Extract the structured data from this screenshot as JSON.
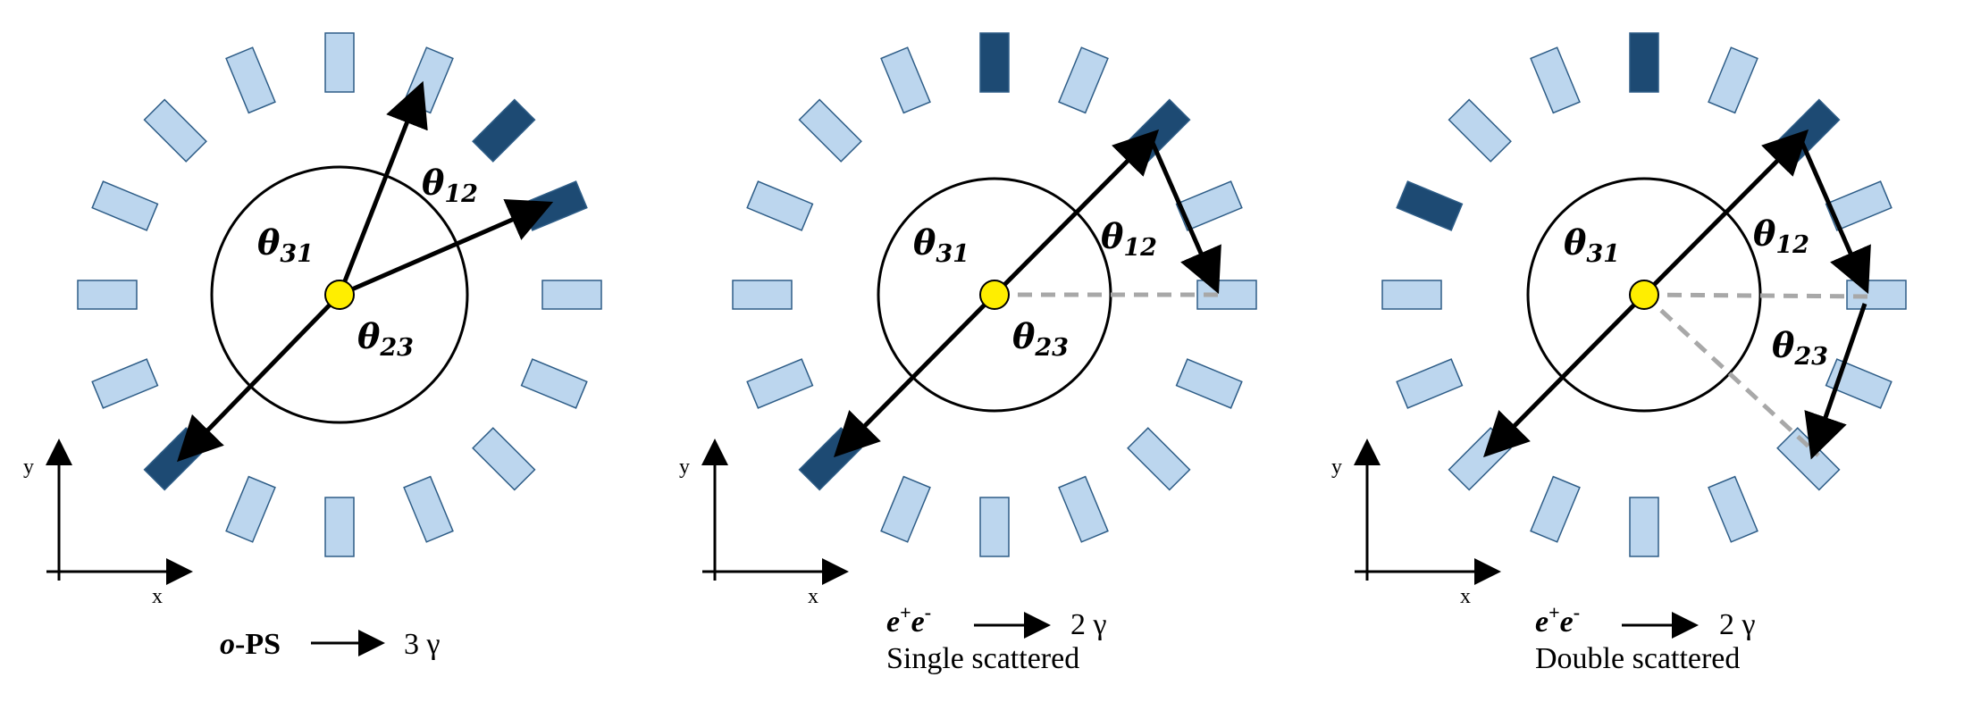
{
  "colors": {
    "detector_idle": "#bcd6ee",
    "detector_idle_stroke": "#2e5d87",
    "detector_hit": "#1d4a73",
    "source": "#ffee00",
    "dashed": "#a8a8a8",
    "line": "#000000"
  },
  "axes": {
    "x_label": "x",
    "y_label": "y"
  },
  "panels": [
    {
      "id": "ops",
      "angle_labels": {
        "theta12": {
          "symbol": "θ",
          "sub": "12"
        },
        "theta31": {
          "symbol": "θ",
          "sub": "31"
        },
        "theta23": {
          "symbol": "θ",
          "sub": "23"
        }
      },
      "caption": {
        "particle": "o",
        "particle_rest": "-PS",
        "product": "3 γ",
        "note": ""
      }
    },
    {
      "id": "single",
      "angle_labels": {
        "theta12": {
          "symbol": "θ",
          "sub": "12"
        },
        "theta31": {
          "symbol": "θ",
          "sub": "31"
        },
        "theta23": {
          "symbol": "θ",
          "sub": "23"
        }
      },
      "caption": {
        "particle": "e",
        "sup1": "+",
        "particle2": "e",
        "sup2": "-",
        "product": "2 γ",
        "note": "Single scattered"
      }
    },
    {
      "id": "double",
      "angle_labels": {
        "theta12": {
          "symbol": "θ",
          "sub": "12"
        },
        "theta31": {
          "symbol": "θ",
          "sub": "31"
        },
        "theta23": {
          "symbol": "θ",
          "sub": "23"
        }
      },
      "caption": {
        "particle": "e",
        "sup1": "+",
        "particle2": "e",
        "sup2": "-",
        "product": "2 γ",
        "note": "Double scattered"
      }
    }
  ]
}
